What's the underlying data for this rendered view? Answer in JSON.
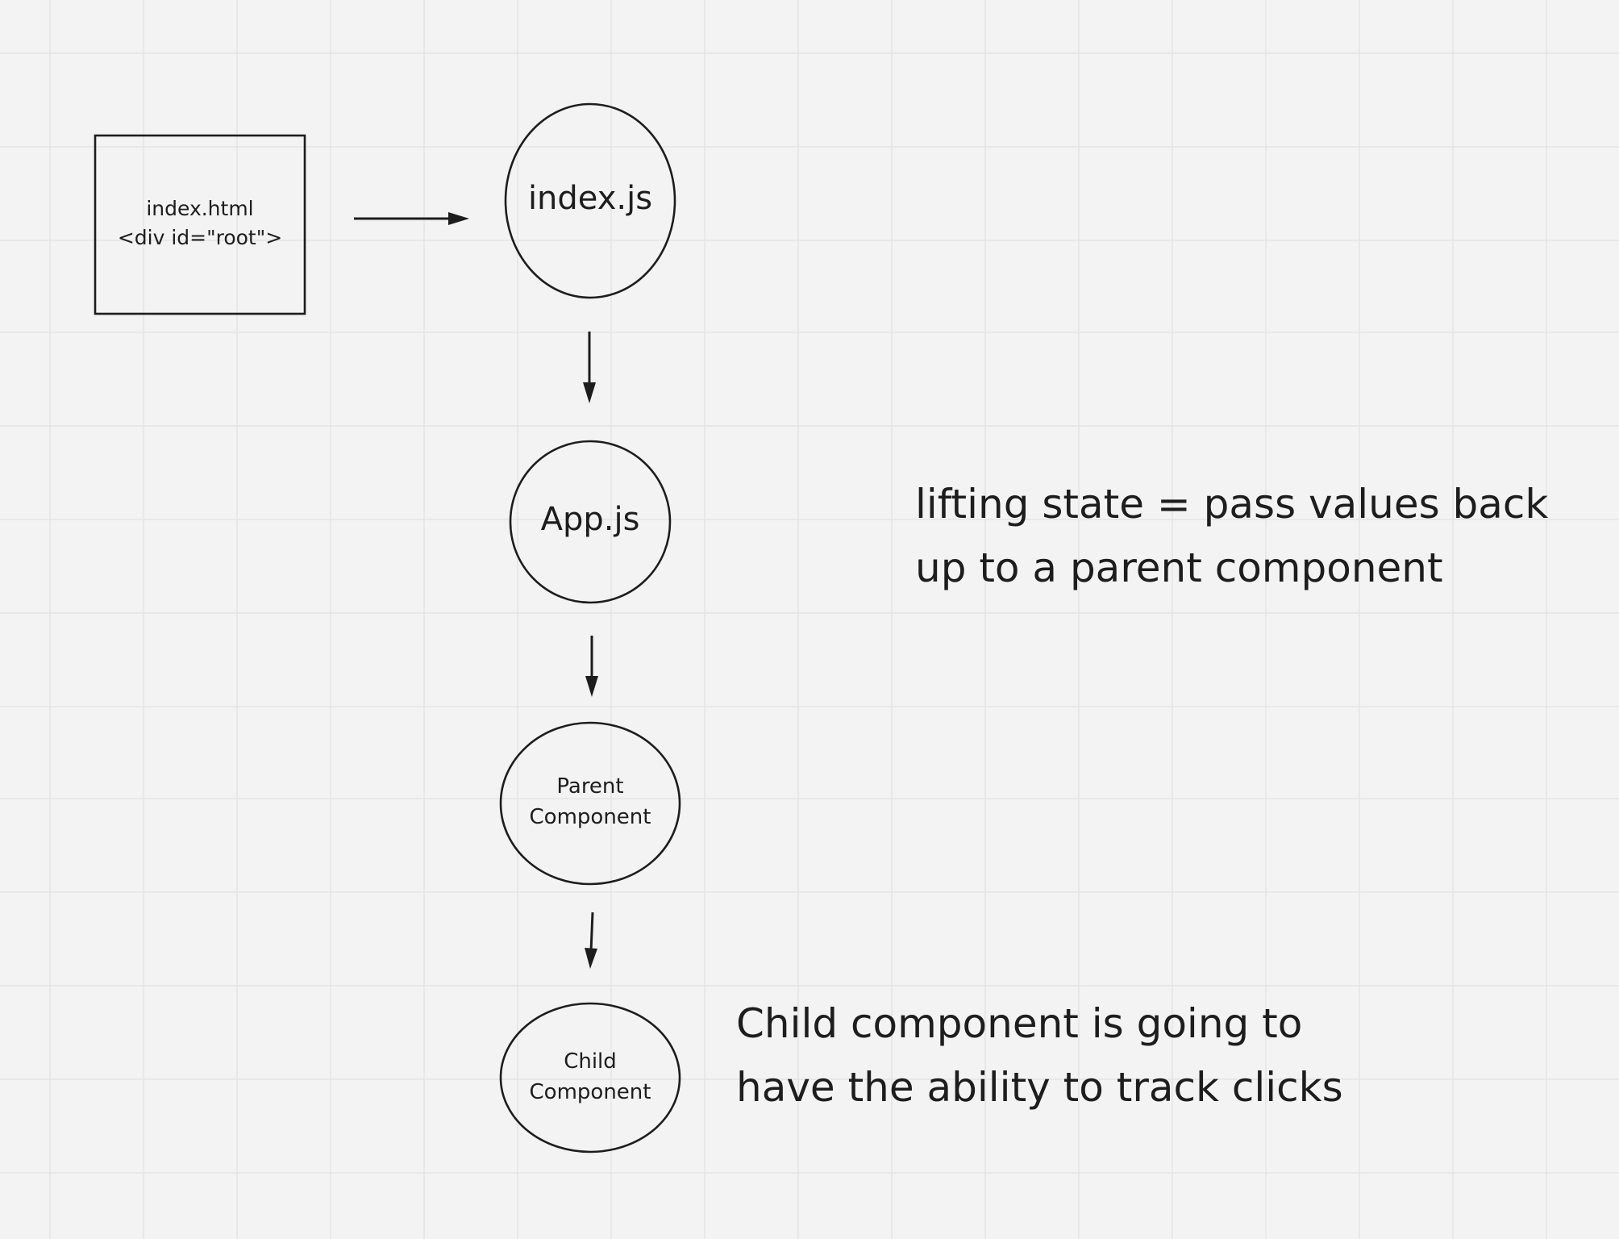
{
  "nodes": {
    "html_box": {
      "line1": "index.html",
      "line2": "<div id=\"root\">"
    },
    "index_js": {
      "label": "index.js"
    },
    "app_js": {
      "label": "App.js"
    },
    "parent": {
      "line1": "Parent",
      "line2": "Component"
    },
    "child": {
      "line1": "Child",
      "line2": "Component"
    }
  },
  "notes": {
    "lifting": {
      "line1": "lifting state = pass values back",
      "line2": "up to a parent component"
    },
    "child": {
      "line1": "Child component is going to",
      "line2": "have the ability to track clicks"
    }
  },
  "colors": {
    "background": "#f3f3f3",
    "grid": "#e4e4e4",
    "ink": "#1d1d1d"
  }
}
